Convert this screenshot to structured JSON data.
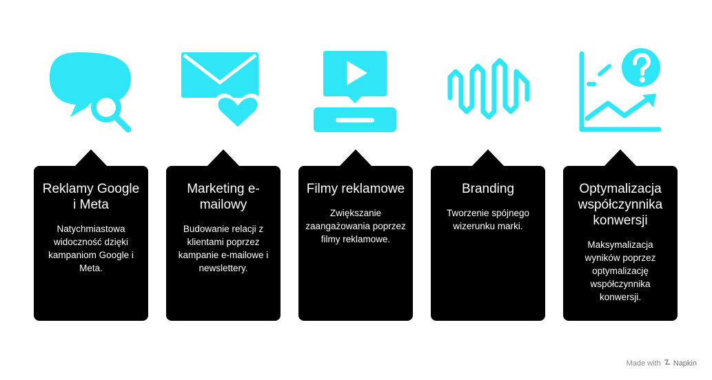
{
  "accent_color": "#2ee6f6",
  "card_color": "#000000",
  "cards": [
    {
      "icon": "chat-search-icon",
      "title": "Reklamy Google i Meta",
      "description": "Natychmiastowa widoczność dzięki kampaniom Google i Meta."
    },
    {
      "icon": "envelope-heart-icon",
      "title": "Marketing e-mailowy",
      "description": "Budowanie relacji z klientami poprzez kampanie e-mailowe i newslettery."
    },
    {
      "icon": "video-play-icon",
      "title": "Filmy reklamowe",
      "description": "Zwiększanie zaangażowania poprzez filmy reklamowe."
    },
    {
      "icon": "brand-wave-icon",
      "title": "Branding",
      "description": "Tworzenie spójnego wizerunku marki."
    },
    {
      "icon": "chart-question-icon",
      "title": "Optymalizacja współczynnika konwersji",
      "description": "Maksymalizacja wyników poprzez optymalizację współczynnika konwersji."
    }
  ],
  "footer": {
    "made_with": "Made with",
    "brand": "Napkin"
  }
}
